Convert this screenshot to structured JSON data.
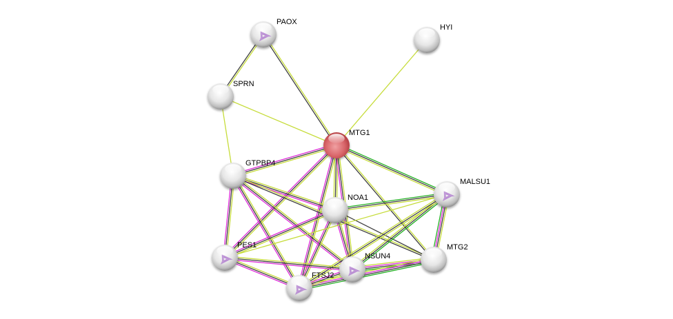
{
  "diagram": {
    "type": "protein-interaction-network",
    "query_protein": "MTG1",
    "colors": {
      "query_node": "#d9565a",
      "default_node": "#e8e8e8",
      "edge_textmining": "#c6dc3a",
      "edge_coexpression": "#3f3f3f",
      "edge_experiments": "#dd2ad8",
      "edge_neighborhood": "#22b022"
    },
    "nodes": [
      {
        "id": "PAOX",
        "label": "PAOX",
        "query": false,
        "structure": true
      },
      {
        "id": "HYI",
        "label": "HYI",
        "query": false,
        "structure": false
      },
      {
        "id": "SPRN",
        "label": "SPRN",
        "query": false,
        "structure": false
      },
      {
        "id": "MTG1",
        "label": "MTG1",
        "query": true,
        "structure": false
      },
      {
        "id": "GTPBP4",
        "label": "GTPBP4",
        "query": false,
        "structure": false
      },
      {
        "id": "MALSU1",
        "label": "MALSU1",
        "query": false,
        "structure": true
      },
      {
        "id": "NOA1",
        "label": "NOA1",
        "query": false,
        "structure": false
      },
      {
        "id": "PES1",
        "label": "PES1",
        "query": false,
        "structure": true
      },
      {
        "id": "MTG2",
        "label": "MTG2",
        "query": false,
        "structure": false
      },
      {
        "id": "NSUN4",
        "label": "NSUN4",
        "query": false,
        "structure": true
      },
      {
        "id": "FTSJ2",
        "label": "FTSJ2",
        "query": false,
        "structure": true
      }
    ],
    "edges": [
      {
        "source": "PAOX",
        "target": "SPRN",
        "evidence": [
          "textmining",
          "coexpression"
        ]
      },
      {
        "source": "PAOX",
        "target": "MTG1",
        "evidence": [
          "textmining",
          "coexpression"
        ]
      },
      {
        "source": "HYI",
        "target": "MTG1",
        "evidence": [
          "textmining"
        ]
      },
      {
        "source": "SPRN",
        "target": "MTG1",
        "evidence": [
          "textmining"
        ]
      },
      {
        "source": "SPRN",
        "target": "GTPBP4",
        "evidence": [
          "textmining"
        ]
      },
      {
        "source": "MTG1",
        "target": "GTPBP4",
        "evidence": [
          "textmining",
          "coexpression",
          "experiments"
        ]
      },
      {
        "source": "MTG1",
        "target": "MALSU1",
        "evidence": [
          "neighborhood",
          "coexpression",
          "textmining"
        ]
      },
      {
        "source": "MTG1",
        "target": "NOA1",
        "evidence": [
          "textmining",
          "coexpression",
          "textmining"
        ]
      },
      {
        "source": "MTG1",
        "target": "PES1",
        "evidence": [
          "textmining",
          "coexpression",
          "experiments"
        ]
      },
      {
        "source": "MTG1",
        "target": "MTG2",
        "evidence": [
          "textmining",
          "coexpression"
        ]
      },
      {
        "source": "MTG1",
        "target": "NSUN4",
        "evidence": [
          "textmining",
          "coexpression",
          "experiments"
        ]
      },
      {
        "source": "MTG1",
        "target": "FTSJ2",
        "evidence": [
          "textmining",
          "coexpression",
          "experiments"
        ]
      },
      {
        "source": "GTPBP4",
        "target": "NOA1",
        "evidence": [
          "textmining",
          "coexpression",
          "experiments"
        ]
      },
      {
        "source": "GTPBP4",
        "target": "PES1",
        "evidence": [
          "textmining",
          "coexpression",
          "experiments"
        ]
      },
      {
        "source": "GTPBP4",
        "target": "NSUN4",
        "evidence": [
          "textmining",
          "coexpression",
          "experiments"
        ]
      },
      {
        "source": "GTPBP4",
        "target": "FTSJ2",
        "evidence": [
          "textmining",
          "coexpression",
          "experiments"
        ]
      },
      {
        "source": "GTPBP4",
        "target": "MTG2",
        "evidence": [
          "textmining",
          "coexpression"
        ]
      },
      {
        "source": "NOA1",
        "target": "MALSU1",
        "evidence": [
          "neighborhood",
          "coexpression",
          "textmining"
        ]
      },
      {
        "source": "NOA1",
        "target": "PES1",
        "evidence": [
          "textmining",
          "coexpression",
          "experiments"
        ]
      },
      {
        "source": "NOA1",
        "target": "NSUN4",
        "evidence": [
          "textmining",
          "coexpression",
          "experiments"
        ]
      },
      {
        "source": "NOA1",
        "target": "FTSJ2",
        "evidence": [
          "textmining",
          "coexpression",
          "experiments"
        ]
      },
      {
        "source": "NOA1",
        "target": "MTG2",
        "evidence": [
          "coexpression"
        ]
      },
      {
        "source": "MALSU1",
        "target": "MTG2",
        "evidence": [
          "textmining",
          "coexpression",
          "experiments",
          "neighborhood"
        ]
      },
      {
        "source": "MALSU1",
        "target": "NSUN4",
        "evidence": [
          "neighborhood",
          "coexpression",
          "textmining"
        ]
      },
      {
        "source": "MALSU1",
        "target": "FTSJ2",
        "evidence": [
          "textmining",
          "coexpression",
          "textmining"
        ]
      },
      {
        "source": "MALSU1",
        "target": "PES1",
        "evidence": [
          "textmining"
        ]
      },
      {
        "source": "PES1",
        "target": "NSUN4",
        "evidence": [
          "textmining",
          "coexpression",
          "experiments"
        ]
      },
      {
        "source": "PES1",
        "target": "FTSJ2",
        "evidence": [
          "textmining",
          "coexpression",
          "experiments"
        ]
      },
      {
        "source": "MTG2",
        "target": "NSUN4",
        "evidence": [
          "neighborhood",
          "coexpression",
          "experiments",
          "textmining"
        ]
      },
      {
        "source": "MTG2",
        "target": "FTSJ2",
        "evidence": [
          "neighborhood",
          "coexpression",
          "experiments",
          "textmining"
        ]
      },
      {
        "source": "NSUN4",
        "target": "FTSJ2",
        "evidence": [
          "textmining",
          "coexpression",
          "experiments"
        ]
      }
    ]
  }
}
